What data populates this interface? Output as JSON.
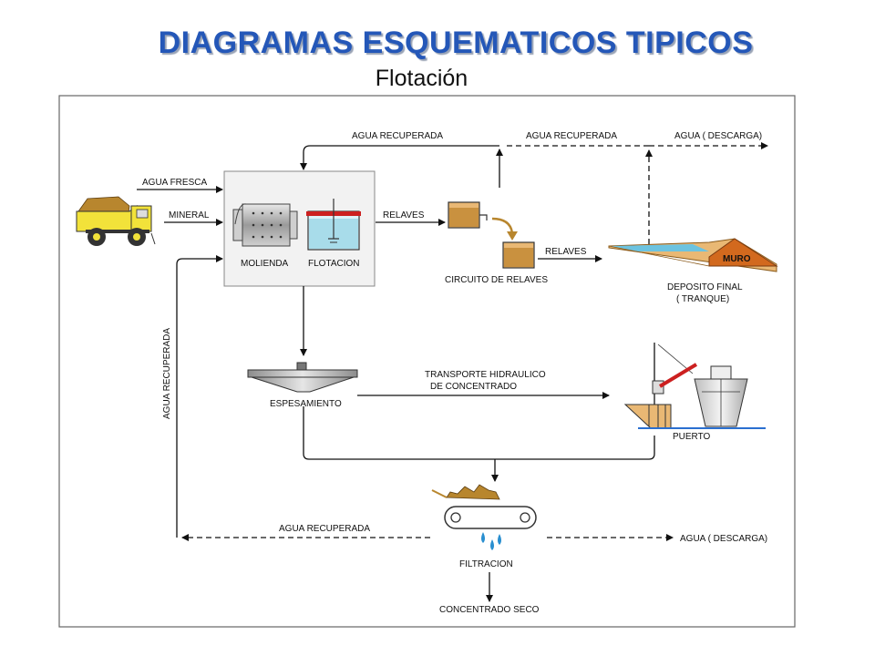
{
  "title": "DIAGRAMAS ESQUEMATICOS TIPICOS",
  "subtitle": "Flotación",
  "labels": {
    "agua_recuperada_top": "AGUA RECUPERADA",
    "agua_recuperada_top2": "AGUA RECUPERADA",
    "agua_descarga_top": "AGUA  ( DESCARGA)",
    "agua_fresca": "AGUA FRESCA",
    "mineral": "MINERAL",
    "molienda": "MOLIENDA",
    "flotacion": "FLOTACION",
    "relaves_1": "RELAVES",
    "relaves_2": "RELAVES",
    "circuito_relaves": "CIRCUITO DE RELAVES",
    "muro": "MURO",
    "deposito_final": "DEPOSITO FINAL",
    "tranque": "( TRANQUE)",
    "agua_recuperada_vertical": "AGUA RECUPERADA",
    "espesamiento": "ESPESAMIENTO",
    "transporte_1": "TRANSPORTE HIDRAULICO",
    "transporte_2": "DE CONCENTRADO",
    "puerto": "PUERTO",
    "agua_recuperada_bottom": "AGUA RECUPERADA",
    "agua_descarga_bottom": "AGUA  ( DESCARGA)",
    "filtracion": "FILTRACION",
    "concentrado_seco": "CONCENTRADO SECO"
  },
  "colors": {
    "title": "#2457b8",
    "ore": "#b8862e",
    "truck_yellow": "#f2e23a",
    "water": "#6cc3e0",
    "flotation_red": "#cc2020",
    "process_box": "#f2f2f2"
  }
}
